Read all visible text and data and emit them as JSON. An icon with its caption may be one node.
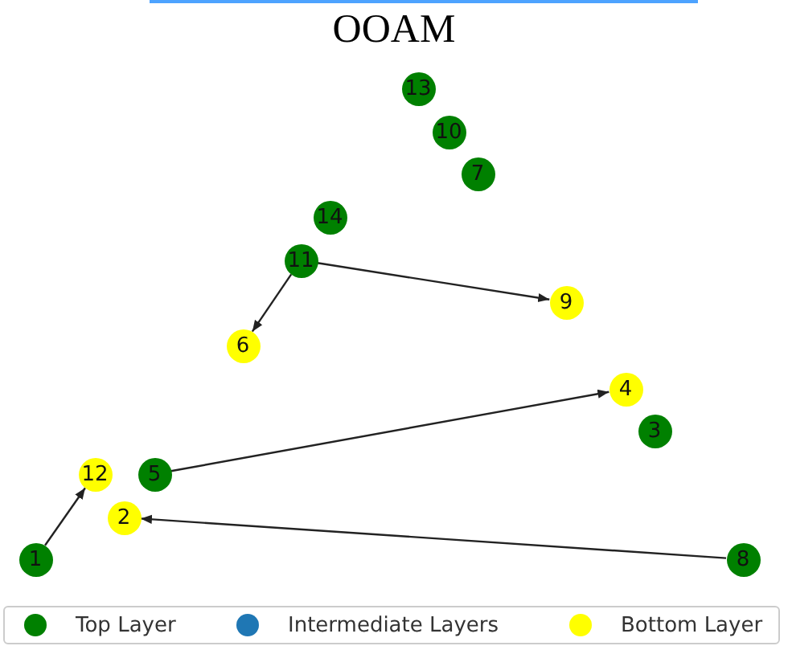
{
  "diagram": {
    "title": "OOAM",
    "nodes": [
      {
        "text": [
          "13"
        ]
      },
      {
        "text": [
          "10"
        ]
      },
      {
        "text": [
          "7"
        ]
      },
      {
        "text": [
          "14"
        ]
      },
      {
        "text": [
          "11"
        ]
      },
      {
        "text": [
          "9"
        ]
      },
      {
        "text": [
          "6"
        ]
      },
      {
        "text": [
          "4"
        ]
      },
      {
        "text": [
          "3"
        ]
      },
      {
        "text": [
          "12"
        ]
      },
      {
        "text": [
          "5"
        ]
      },
      {
        "text": [
          "2"
        ]
      },
      {
        "text": [
          "1"
        ]
      },
      {
        "text": [
          "8"
        ]
      }
    ],
    "edges": [
      {
        "from": 4,
        "to": 5,
        "arrow": "to"
      },
      {
        "from": 4,
        "to": 6,
        "arrow": "to"
      },
      {
        "from": 10,
        "to": 7,
        "arrow": "to"
      },
      {
        "from": 13,
        "to": 11,
        "arrow": "to"
      },
      {
        "from": 12,
        "to": 9,
        "arrow": "to"
      }
    ],
    "legend": [
      {
        "text": "Top Layer",
        "color": "#008000"
      },
      {
        "text": "Intermediate Layers",
        "color": "#1f77b4"
      },
      {
        "text": "Bottom Layer",
        "color": "#ffff00"
      }
    ]
  }
}
